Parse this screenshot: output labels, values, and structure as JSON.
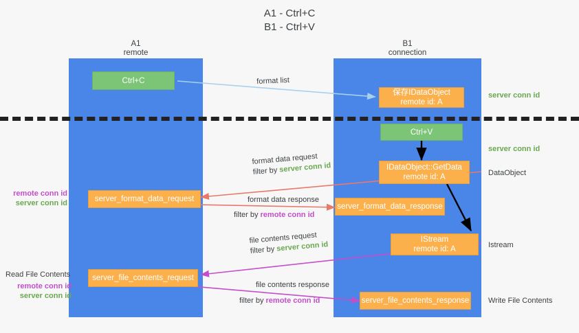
{
  "title": {
    "line1": "A1 - Ctrl+C",
    "line2": "B1 - Ctrl+V"
  },
  "columns": [
    {
      "name": "A1",
      "sub": "remote"
    },
    {
      "name": "B1",
      "sub": "connection"
    }
  ],
  "boxes": {
    "ctrl_c": "Ctrl+C",
    "ctrl_v": "Ctrl+V",
    "save_idataobject_l1": "保存IDataObject",
    "save_idataobject_l2": "remote id: A",
    "getdata_l1": "IDataObject::GetData",
    "getdata_l2": "remote id: A",
    "istream_l1": "IStream",
    "istream_l2": "remote id: A",
    "server_format_data_request": "server_format_data_request",
    "server_format_data_response": "server_format_data_response",
    "server_file_contents_request": "server_file_contents_request",
    "server_file_contents_response": "server_file_contents_response"
  },
  "right_labels": {
    "server_conn_id_top": "server conn id",
    "server_conn_id_mid": "server conn id",
    "dataobject": "DataObject",
    "istream": "Istream",
    "write_file_contents": "Write File Contents"
  },
  "left_labels": {
    "remote_conn_id_1": "remote conn id",
    "server_conn_id_1": "server conn id",
    "read_file_contents": "Read File Contents",
    "remote_conn_id_2": "remote conn id",
    "server_conn_id_2": "server conn id"
  },
  "arrow_labels": {
    "format_list": "format list",
    "format_data_request": "format data request",
    "filter_by": "filter by ",
    "server_conn_id": "server conn id",
    "format_data_response": "format data response",
    "remote_conn_id": "remote conn id",
    "file_contents_request": "file contents request",
    "file_contents_response": "file contents response"
  },
  "colors": {
    "lane": "#4a86e8",
    "green_box": "#7cc576",
    "orange_box": "#fbb04c",
    "green_text": "#6aa84f",
    "purple_text": "#c34ecb",
    "arrow_lightblue": "#a8d0ee",
    "arrow_red": "#e8796a",
    "arrow_magenta": "#c34ecb",
    "arrow_black": "#000000",
    "background": "#f7f7f7"
  }
}
